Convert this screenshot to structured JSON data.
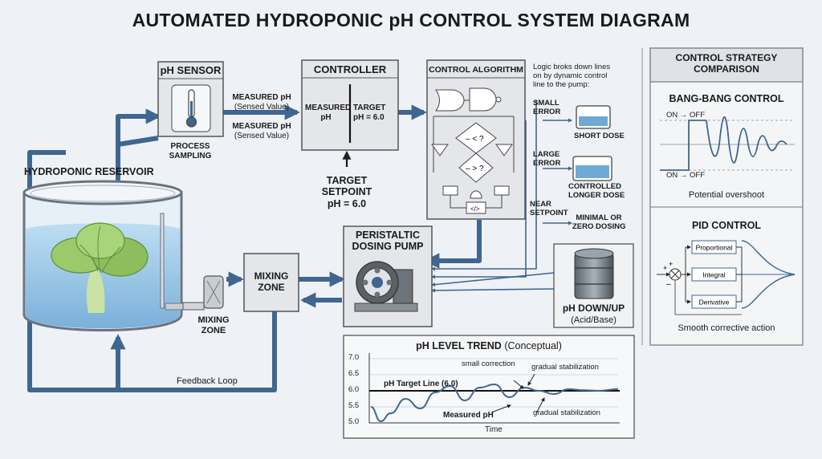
{
  "title": "AUTOMATED HYDROPONIC pH CONTROL SYSTEM DIAGRAM",
  "reservoir": {
    "label": "HYDROPONIC RESERVOIR"
  },
  "sensor": {
    "title": "pH SENSOR",
    "caption_1": "PROCESS",
    "caption_2": "SAMPLING"
  },
  "sensor_signals": {
    "top_1": "MEASURED pH",
    "top_2": "(Sensed Value)",
    "bottom_1": "MEASURED pH",
    "bottom_2": "(Sensed Value)"
  },
  "controller": {
    "title": "CONTROLLER",
    "measured_1": "MEASURED",
    "measured_2": "pH",
    "target_1": "TARGET",
    "target_2": "pH = 6.0"
  },
  "setpoint": {
    "line_1": "TARGET",
    "line_2": "SETPOINT",
    "line_3": "pH = 6.0"
  },
  "algorithm": {
    "title": "CONTROL ALGORITHM",
    "note_1": "Logic broks down lines",
    "note_2": "on by dynamic control",
    "note_3": "line to the pump:",
    "decision_1": "– < ?",
    "decision_2": "– > ?",
    "block_code": "</>"
  },
  "cases": {
    "small_1": "SMALL",
    "small_2": "ERROR",
    "small_result": "SHORT DOSE",
    "large_1": "LARGE",
    "large_2": "ERROR",
    "large_result_1": "CONTROLLED",
    "large_result_2": "LONGER DOSE",
    "near_1": "NEAR",
    "near_2": "SETPOINT",
    "near_result_1": "MINIMAL OR",
    "near_result_2": "ZERO DOSING"
  },
  "pump": {
    "title_1": "PERISTALTIC",
    "title_2": "DOSING PUMP"
  },
  "tank": {
    "label_1": "pH DOWN/UP",
    "label_2": "(Acid/Base)"
  },
  "mixing_box": {
    "label_1": "MIXING",
    "label_2": "ZONE"
  },
  "mixing_pipe": {
    "label_1": "MIXING",
    "label_2": "ZONE"
  },
  "feedback": {
    "label": "Feedback Loop"
  },
  "strategy": {
    "title_1": "CONTROL STRATEGY",
    "title_2": "COMPARISON",
    "bang_title": "BANG-BANG CONTROL",
    "on_off_top": "ON → OFF",
    "on_off_bottom": "ON → OFF",
    "bang_caption": "Potential overshoot",
    "pid_title": "PID CONTROL",
    "pid_proportional": "Proportional",
    "pid_integral": "Integral",
    "pid_derivative": "Derivative",
    "pid_plus_1": "+",
    "pid_plus_2": "+",
    "pid_minus": "–",
    "pid_caption": "Smooth corrective action"
  },
  "trend": {
    "title_bold": "pH LEVEL TREND",
    "title_normal": "(Conceptual)",
    "target_label": "pH Target Line (6.0)",
    "measured_label": "Measured pH",
    "annotation_small": "small correction",
    "annotation_gradual_top": "gradual stabilization",
    "annotation_gradual_bottom": "gradual stabilization",
    "xlabel": "Time"
  },
  "chart_data": {
    "type": "line",
    "xlabel": "Time",
    "ylabel": "",
    "ylim": [
      5.0,
      7.0
    ],
    "yticks": [
      "7.0",
      "6.5",
      "6.0",
      "5.5",
      "5.0"
    ],
    "target": 6.0,
    "series": [
      {
        "name": "Measured pH",
        "x": [
          0,
          4,
          8,
          14,
          20,
          26,
          32,
          38,
          44,
          50,
          56,
          62,
          68,
          74,
          80,
          86,
          92,
          100
        ],
        "y": [
          5.5,
          5.05,
          5.3,
          5.75,
          5.45,
          5.95,
          6.15,
          5.7,
          6.1,
          6.2,
          5.8,
          6.1,
          6.0,
          5.9,
          6.05,
          6.02,
          6.0,
          6.05
        ]
      }
    ]
  },
  "colors": {
    "pipe": "#3f6690",
    "water": "#8ec3e6",
    "box": "#e4e6ea",
    "leaf": "#7fb65a"
  }
}
